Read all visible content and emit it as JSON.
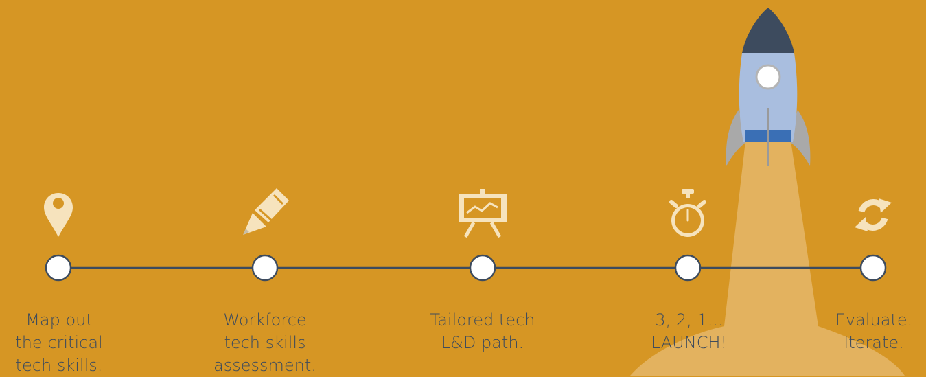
{
  "colors": {
    "background": "#d69624",
    "line": "#3d4b5e",
    "icon": "#f6e3bd",
    "node_fill": "#ffffff",
    "text": "#3f4c5c",
    "rocket_body": "#a9bedf",
    "rocket_nose": "#3d4b5e",
    "rocket_band": "#3a6fb5",
    "rocket_fins": "#a9a9a9",
    "exhaust": "#e3b25f"
  },
  "steps": [
    {
      "icon": "map-pin-icon",
      "label": "Map out\nthe critical\ntech skills."
    },
    {
      "icon": "pencil-icon",
      "label": "Workforce\ntech skills\nassessment."
    },
    {
      "icon": "presentation-chart-icon",
      "label": "Tailored tech\nL&D path."
    },
    {
      "icon": "stopwatch-icon",
      "label": "3, 2, 1...\nLAUNCH!"
    },
    {
      "icon": "refresh-icon",
      "label": "Evaluate.\nIterate."
    }
  ]
}
